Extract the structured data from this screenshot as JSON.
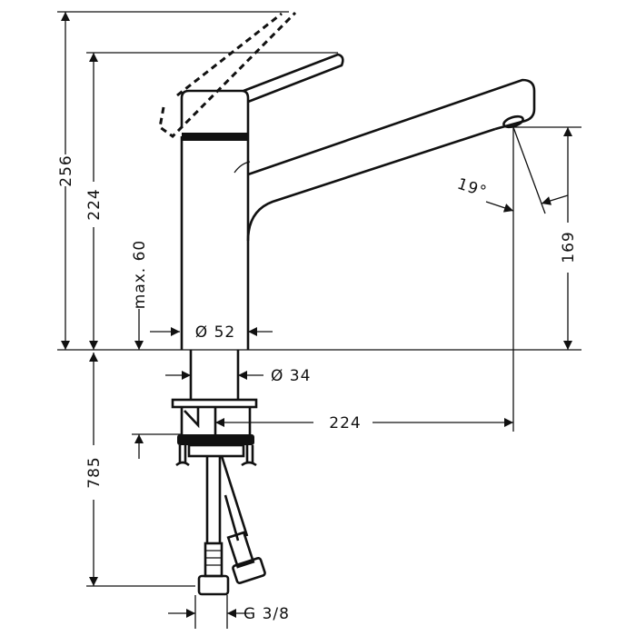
{
  "dimensions": {
    "total_height": "256",
    "lever_height": "224",
    "max_deck": "max. 60",
    "body_diameter": "Ø 52",
    "shank_diameter": "Ø 34",
    "spout_reach": "224",
    "spout_height": "169",
    "spout_angle": "19°",
    "hose_length": "785",
    "connection": "G 3/8"
  }
}
